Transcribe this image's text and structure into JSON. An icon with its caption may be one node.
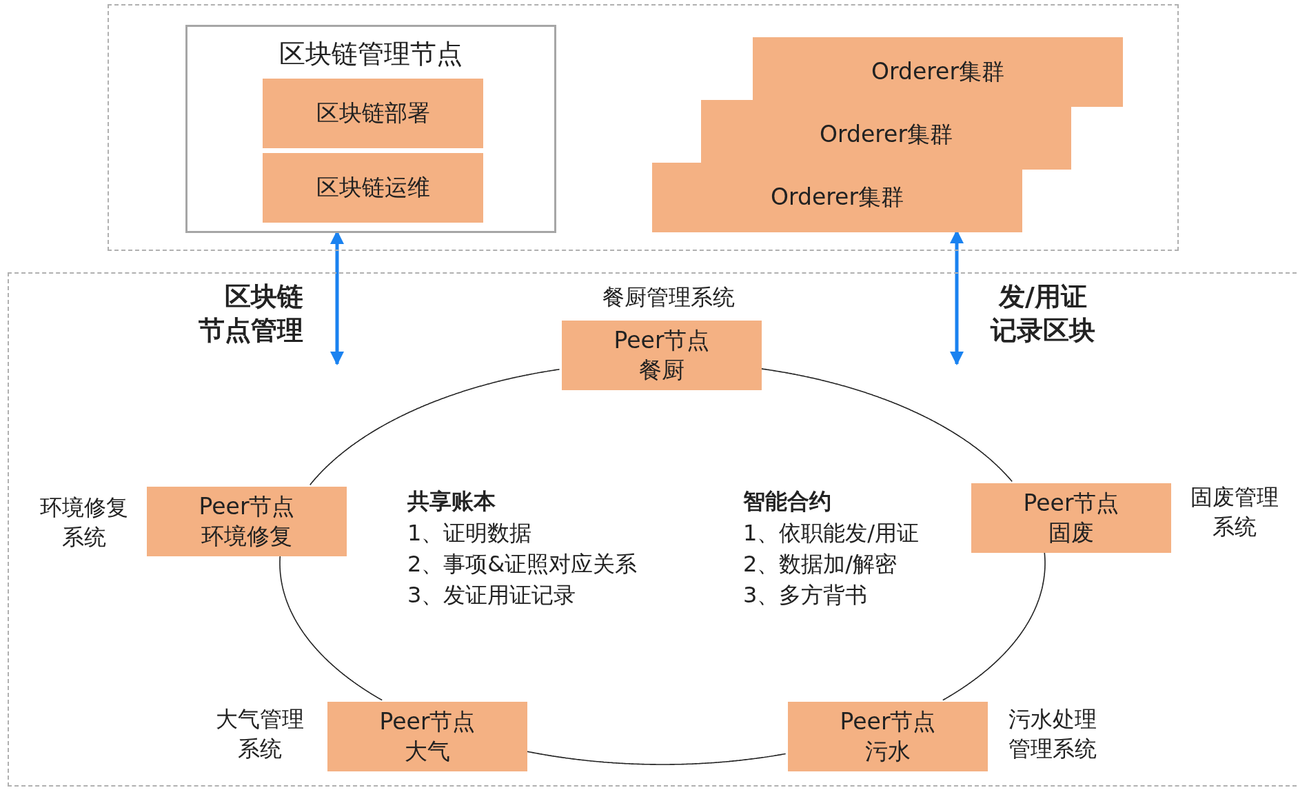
{
  "diagram": {
    "nodes": [
      {
        "text": [],
        "shape": "box"
      },
      {
        "text": [
          "区块链管理节点"
        ],
        "in": 0
      },
      {
        "text": [
          "区块链部署"
        ],
        "in": 1
      },
      {
        "text": [
          "区块链运维"
        ],
        "in": 1
      },
      {
        "text": [
          "Orderer集群"
        ],
        "in": 0
      },
      {
        "text": [
          "Orderer集群"
        ],
        "in": 0
      },
      {
        "text": [
          "Orderer集群"
        ],
        "in": 0
      },
      {
        "text": [],
        "shape": "box"
      },
      {
        "text": [
          "Peer节点",
          "餐厨"
        ],
        "beside": [
          "餐厨管理系统"
        ],
        "in": 7
      },
      {
        "text": [
          "Peer节点",
          "环境修复"
        ],
        "beside": [
          "环境修复系统"
        ],
        "in": 7
      },
      {
        "text": [
          "Peer节点",
          "固废"
        ],
        "beside": [
          "固废管理系统"
        ],
        "in": 7
      },
      {
        "text": [
          "Peer节点",
          "大气"
        ],
        "beside": [
          "大气管理系统"
        ],
        "in": 7
      },
      {
        "text": [
          "Peer节点",
          "污水"
        ],
        "beside": [
          "污水处理管理系统"
        ],
        "in": 7
      }
    ],
    "edges": [
      {
        "from": null,
        "to": 1,
        "arrow": "both",
        "label": "区块链节点管理",
        "style": "thick",
        "color": "#1a82f0"
      },
      {
        "from": null,
        "to": 6,
        "arrow": "both",
        "label": "发/用证记录区块",
        "style": "thick",
        "color": "#1a82f0"
      },
      {
        "from": 8,
        "to": 10,
        "arrow": "none"
      },
      {
        "from": 10,
        "to": 12,
        "arrow": "none"
      },
      {
        "from": 12,
        "to": 11,
        "arrow": "none"
      },
      {
        "from": 11,
        "to": 9,
        "arrow": "none"
      },
      {
        "from": 9,
        "to": 8,
        "arrow": "none"
      }
    ],
    "labels": [
      "共享账本",
      "1、证明数据",
      "2、事项&证照对应关系",
      "3、发证用证记录",
      "智能合约",
      "1、依职能发/用证",
      "2、数据加/解密",
      "3、多方背书"
    ]
  }
}
